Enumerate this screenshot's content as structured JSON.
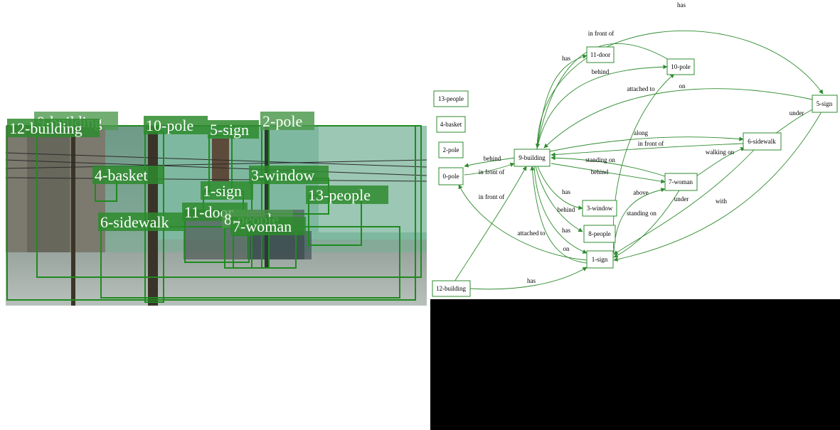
{
  "colors": {
    "box": "#1f8a1f",
    "label_bg": "#2e8b2e",
    "edge": "#2e8b2e",
    "node_border": "#2e8b2e",
    "black_panel": "#000000"
  },
  "detections": [
    {
      "label": "12-building"
    },
    {
      "label": "9-building"
    },
    {
      "label": "10-pole"
    },
    {
      "label": "5-sign"
    },
    {
      "label": "2-pole"
    },
    {
      "label": "4-basket"
    },
    {
      "label": "3-window"
    },
    {
      "label": "1-sign"
    },
    {
      "label": "13-people"
    },
    {
      "label": "11-door"
    },
    {
      "label": "6-sidewalk"
    },
    {
      "label": "8-people"
    },
    {
      "label": "7-woman"
    }
  ],
  "graph": {
    "nodes": {
      "n13": "13-people",
      "n4": "4-basket",
      "n2": "2-pole",
      "n0": "0-pole",
      "n12": "12-building",
      "n9": "9-building",
      "n11": "11-door",
      "n10": "10-pole",
      "n5": "5-sign",
      "n6": "6-sidewalk",
      "n7": "7-woman",
      "n3": "3-window",
      "n8": "8-people",
      "n1": "1-sign"
    },
    "edges": [
      {
        "label": "has"
      },
      {
        "label": "in front of"
      },
      {
        "label": "has"
      },
      {
        "label": "behind"
      },
      {
        "label": "attached to"
      },
      {
        "label": "on"
      },
      {
        "label": "under"
      },
      {
        "label": "along"
      },
      {
        "label": "in front of"
      },
      {
        "label": "walking on"
      },
      {
        "label": "behind"
      },
      {
        "label": "in front of"
      },
      {
        "label": "standing on"
      },
      {
        "label": "behind"
      },
      {
        "label": "above"
      },
      {
        "label": "under"
      },
      {
        "label": "in front of"
      },
      {
        "label": "has"
      },
      {
        "label": "behind"
      },
      {
        "label": "has"
      },
      {
        "label": "attached to"
      },
      {
        "label": "on"
      },
      {
        "label": "standing on"
      },
      {
        "label": "with"
      },
      {
        "label": "has"
      }
    ]
  }
}
